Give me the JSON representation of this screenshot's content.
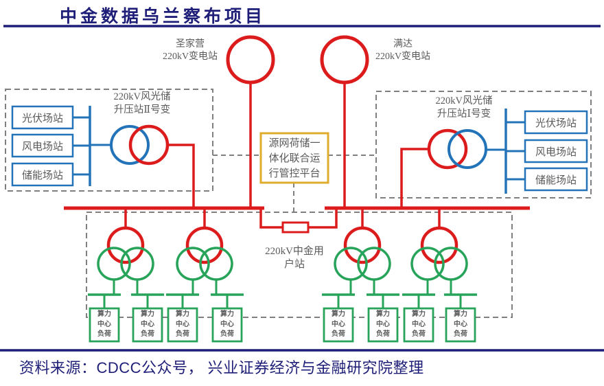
{
  "title": "中金数据乌兰察布项目",
  "source_note": "资料来源：CDCC公众号， 兴业证券经济与金融研究院整理",
  "colors": {
    "navy": "#1e1e78",
    "red": "#dc1c1c",
    "blue": "#2273b8",
    "green": "#28a45a",
    "yellow": "#dfad2d",
    "gray_text": "#5a5a5a",
    "dash": "#7f7f7f"
  },
  "grid_substations": {
    "left": {
      "line1": "圣家营",
      "line2": "220kV变电站"
    },
    "right": {
      "line1": "满达",
      "line2": "220kV变电站"
    }
  },
  "booster_left": {
    "line1": "220kV风光储",
    "line2": "升压站Ⅱ号变",
    "plants": [
      "光伏场站",
      "风电场站",
      "储能场站"
    ]
  },
  "booster_right": {
    "line1": "220kV风光储",
    "line2": "升压站Ⅰ号变",
    "plants": [
      "光伏场站",
      "风电场站",
      "储能场站"
    ]
  },
  "platform": {
    "line1": "源网荷储一",
    "line2": "体化联合运",
    "line3": "行管控平台"
  },
  "user_station": {
    "line1": "220kV中金用",
    "line2": "户站"
  },
  "load_box": {
    "line1": "算力",
    "line2": "中心",
    "line3": "负荷"
  }
}
